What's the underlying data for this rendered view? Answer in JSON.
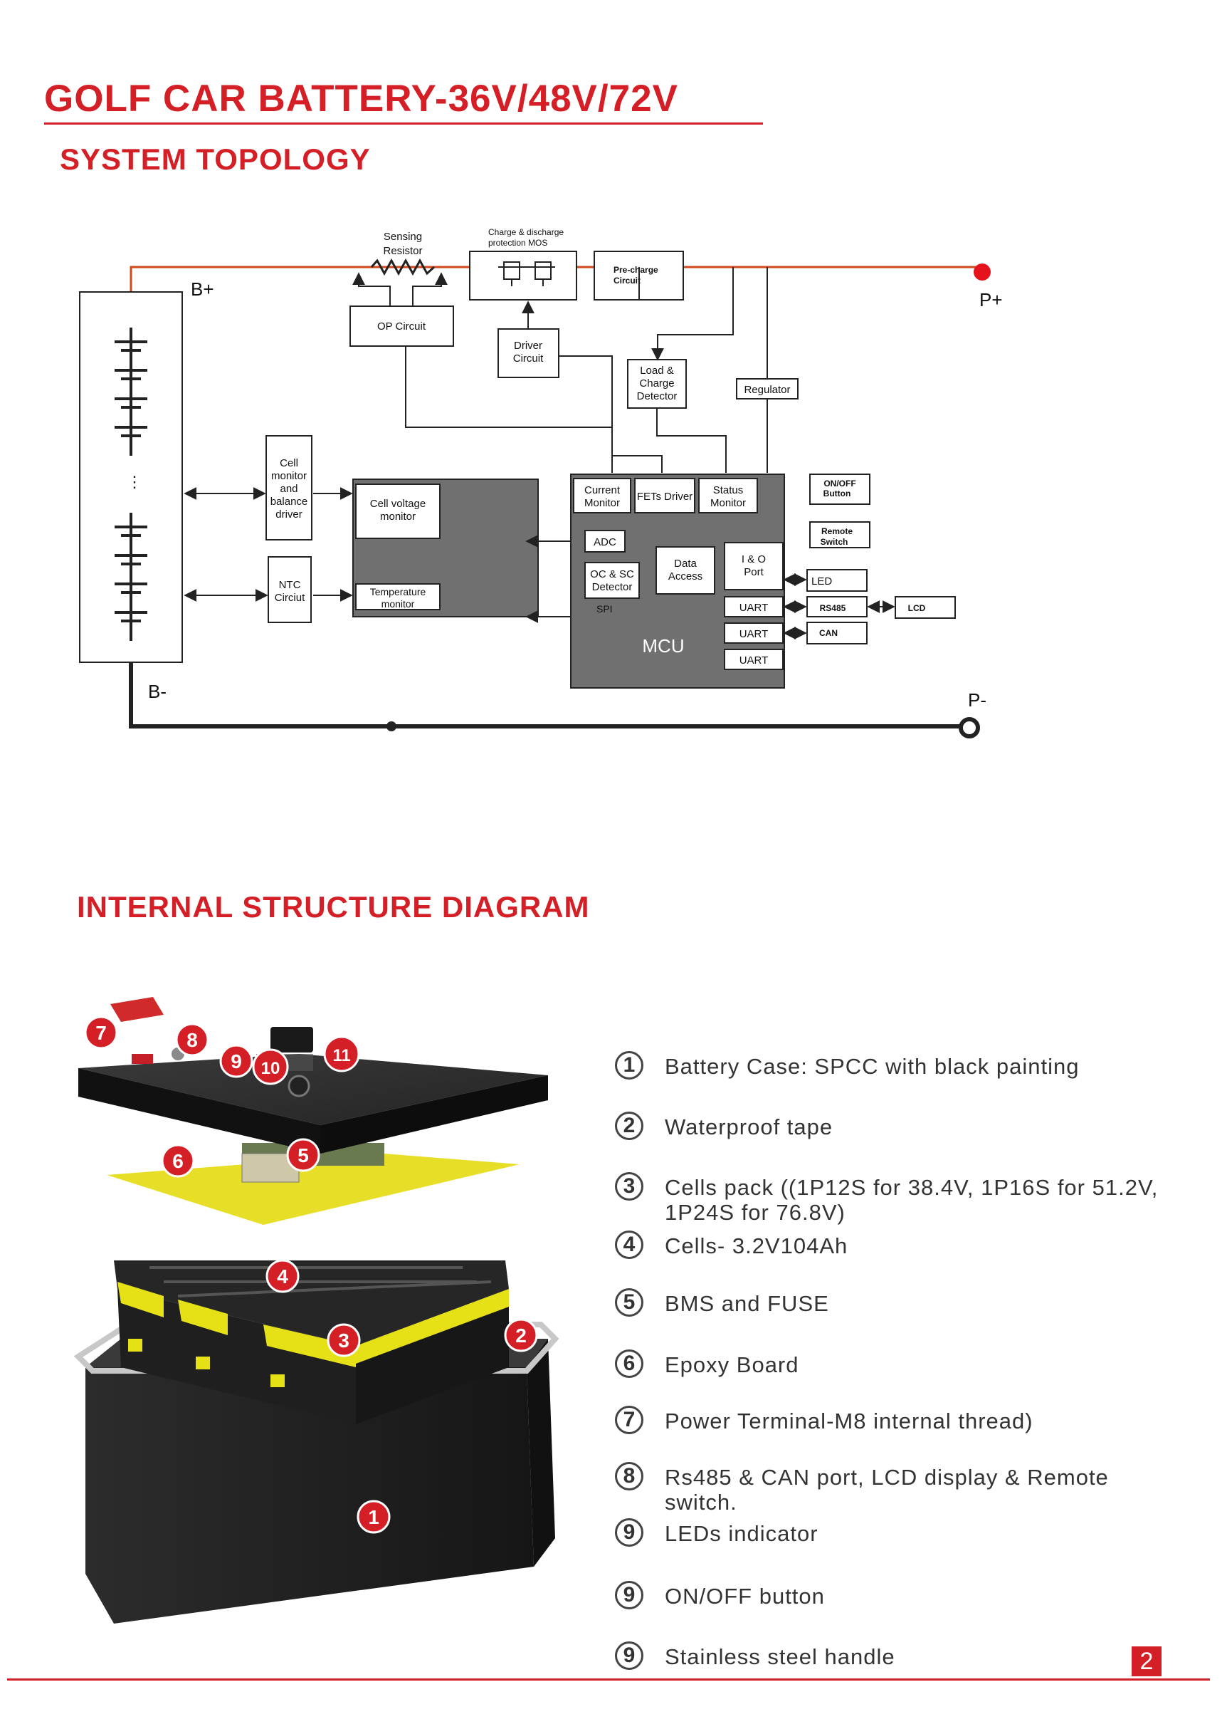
{
  "page": {
    "title": "GOLF CAR BATTERY-36V/48V/72V",
    "number": "2",
    "accent_color": "#d51f26"
  },
  "topology": {
    "section_title": "SYSTEM TOPOLOGY",
    "labels": {
      "b_plus": "B+",
      "b_minus": "B-",
      "p_plus": "P+",
      "p_minus": "P-",
      "sensing_resistor_1": "Sensing",
      "sensing_resistor_2": "Resistor",
      "mos_1": "Charge & discharge",
      "mos_2": "protection MOS",
      "precharge_1": "Pre-charge",
      "precharge_2": "Circuit",
      "op_circuit": "OP Circuit",
      "driver_1": "Driver",
      "driver_2": "Circuit",
      "load_1": "Load &",
      "load_2": "Charge",
      "load_3": "Detector",
      "regulator": "Regulator",
      "cell_monitor_1": "Cell",
      "cell_monitor_2": "monitor",
      "cell_monitor_3": "and",
      "cell_monitor_4": "balance",
      "cell_monitor_5": "driver",
      "ntc_1": "NTC",
      "ntc_2": "Circiut",
      "cell_voltage_1": "Cell voltage",
      "cell_voltage_2": "monitor",
      "temp_1": "Temperature",
      "temp_2": "monitor",
      "current_1": "Current",
      "current_2": "Monitor",
      "fets_driver": "FETs Driver",
      "status_1": "Status",
      "status_2": "Monitor",
      "adc": "ADC",
      "ocsc_1": "OC & SC",
      "ocsc_2": "Detector",
      "spi": "SPI",
      "data_1": "Data",
      "data_2": "Access",
      "io_1": "I & O",
      "io_2": "Port",
      "uart_1": "UART",
      "uart_2": "UART",
      "uart_3": "UART",
      "mcu": "MCU",
      "onoff_1": "ON/OFF",
      "onoff_2": "Button",
      "remote_1": "Remote",
      "remote_2": "Switch",
      "led": "LED",
      "rs485": "RS485",
      "lcd": "LCD",
      "can": "CAN",
      "ellipsis": "⋮"
    }
  },
  "structure": {
    "section_title": "INTERNAL STRUCTURE DIAGRAM",
    "callouts": [
      "1",
      "2",
      "3",
      "4",
      "5",
      "6",
      "7",
      "8",
      "9",
      "10",
      "11"
    ],
    "legend": [
      {
        "num": "1",
        "text": "Battery Case: SPCC with black painting"
      },
      {
        "num": "2",
        "text": "Waterproof tape"
      },
      {
        "num": "3",
        "text": "Cells pack ((1P12S for 38.4V, 1P16S for 51.2V, 1P24S for 76.8V)"
      },
      {
        "num": "4",
        "text": "Cells- 3.2V104Ah"
      },
      {
        "num": "5",
        "text": "BMS and FUSE"
      },
      {
        "num": "6",
        "text": "Epoxy Board"
      },
      {
        "num": "7",
        "text": "Power Terminal-M8 internal thread)"
      },
      {
        "num": "8",
        "text": "Rs485 & CAN port, LCD display & Remote switch."
      },
      {
        "num": "9",
        "text": "LEDs indicator"
      },
      {
        "num": "9",
        "text": "ON/OFF button"
      },
      {
        "num": "9",
        "text": "Stainless steel handle"
      }
    ]
  }
}
